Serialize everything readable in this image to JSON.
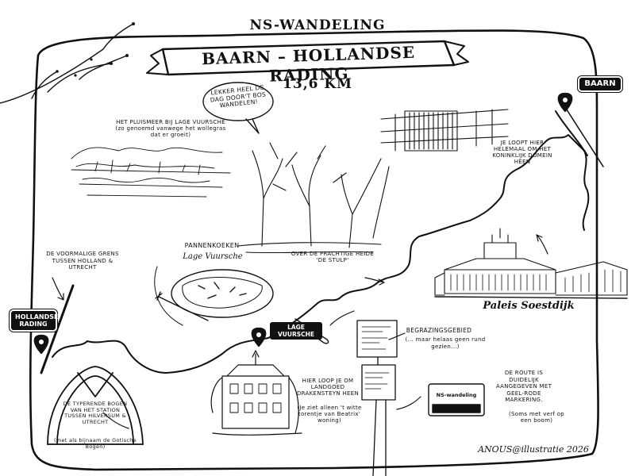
{
  "header": {
    "series": "NS-WANDELING",
    "route_title": "BAARN – HOLLANDSE RADING",
    "distance": "13,6 KM"
  },
  "places": {
    "baarn": "BAARN",
    "hollandse_rading": "HOLLANDSE RADING",
    "lage_vuursche": "LAGE VUURSCHE",
    "paleis": "Paleis Soestdijk"
  },
  "notes": {
    "bos": "LEKKER HEEL DE DAG DOOR'T BOS WANDELEN!",
    "pluismeer": "HET PLUISMEER BIJ LAGE VUURSCHE (zo genoemd vanwege het wollegras dat er groeit)",
    "pannenkoeken": "PANNENKOEKEN",
    "pannenkoeken_place": "Lage Vuursche",
    "grens": "DE VOORMALIGE GRENS TUSSEN HOLLAND & UTRECHT",
    "heide": "OVER DE PRACHTIGE HEIDE 'DE STULP'",
    "hek": "JE LOOPT HIER HELEMAAL OM HET KONINKLIJK DOMEIN HEEN",
    "begrazing": "BEGRAZINGSGEBIED",
    "begrazing_sub": "(... maar helaas geen rund gezien...)",
    "bogen": "DE TYPERENDE BOGEN VAN HET STATION TUSSEN HILVERSUM & UTRECHT",
    "bogen_sub": "(met als bijnaam de Gotische Bogen)",
    "drakensteyn": "HIER LOOP JE OM LANDGOED DRAKENSTEYN HEEN",
    "drakensteyn_sub": "(Je ziet alleen 't witte torentje van Beatrix' woning)",
    "route": "DE ROUTE IS DUIDELIJK AANGEGEVEN MET GEEL-RODE Markering.",
    "route_sub": "(Soms met verf op een boom)",
    "ns_label": "NS-wandeling"
  },
  "signature": "ANOUS@illustratie 2026",
  "colors": {
    "ink": "#111111",
    "paper": "#ffffff"
  }
}
